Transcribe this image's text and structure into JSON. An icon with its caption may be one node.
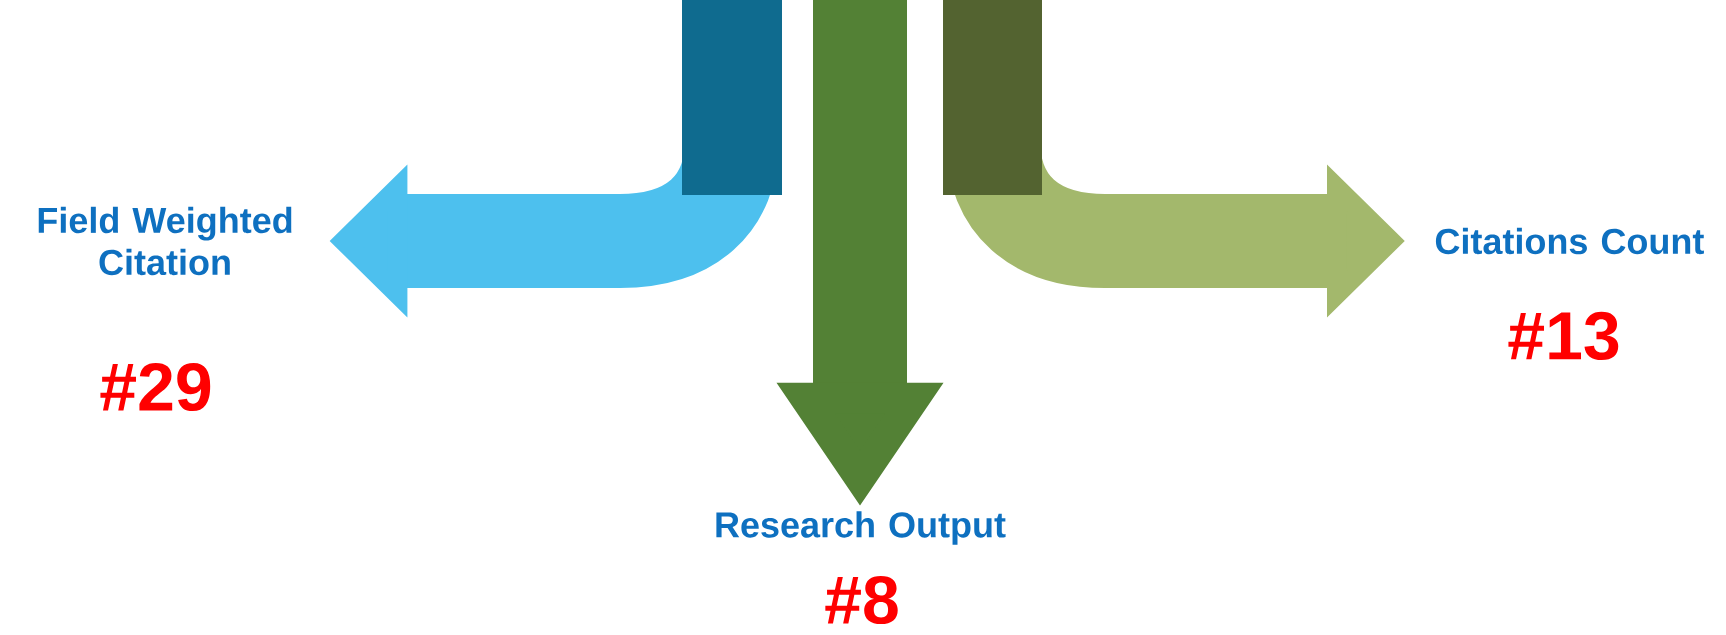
{
  "diagram": {
    "nodes": [
      {
        "text": [
          "Field Weighted Citation"
        ],
        "beside": [
          "#29"
        ]
      },
      {
        "text": [
          "Research Output"
        ],
        "beside": [
          "#8"
        ]
      },
      {
        "text": [
          "Citations Count"
        ],
        "beside": [
          "#13"
        ]
      }
    ],
    "edges": [
      {
        "from": null,
        "to": 0,
        "arrow": "to",
        "color": "#4dc0ee"
      },
      {
        "from": null,
        "to": 1,
        "arrow": "to",
        "color": "#538135"
      },
      {
        "from": null,
        "to": 2,
        "arrow": "to",
        "color": "#a3b86c"
      }
    ]
  }
}
